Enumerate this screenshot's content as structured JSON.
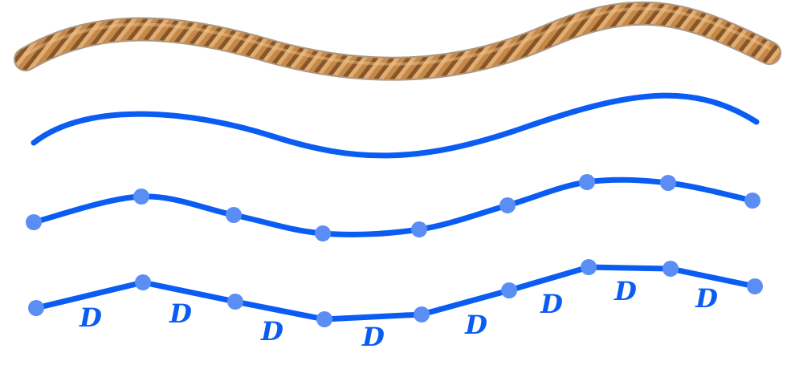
{
  "colors": {
    "curve": "#0a5cf2",
    "node": "#5b8ef5",
    "label": "#0a5cf2",
    "rope_light": "#e0ad72",
    "rope_mid": "#c58848",
    "rope_dark": "#7d4e22"
  },
  "segment_label": "D",
  "rows": [
    {
      "name": "rope",
      "kind": "rope-image"
    },
    {
      "name": "smooth-curve",
      "kind": "smooth-line"
    },
    {
      "name": "curve-with-nodes",
      "kind": "smooth-line-with-nodes",
      "node_count": 9
    },
    {
      "name": "polyline-with-nodes",
      "kind": "straight-segments-with-nodes",
      "node_count": 9,
      "segment_labels": [
        "D",
        "D",
        "D",
        "D",
        "D",
        "D",
        "D",
        "D"
      ]
    }
  ]
}
